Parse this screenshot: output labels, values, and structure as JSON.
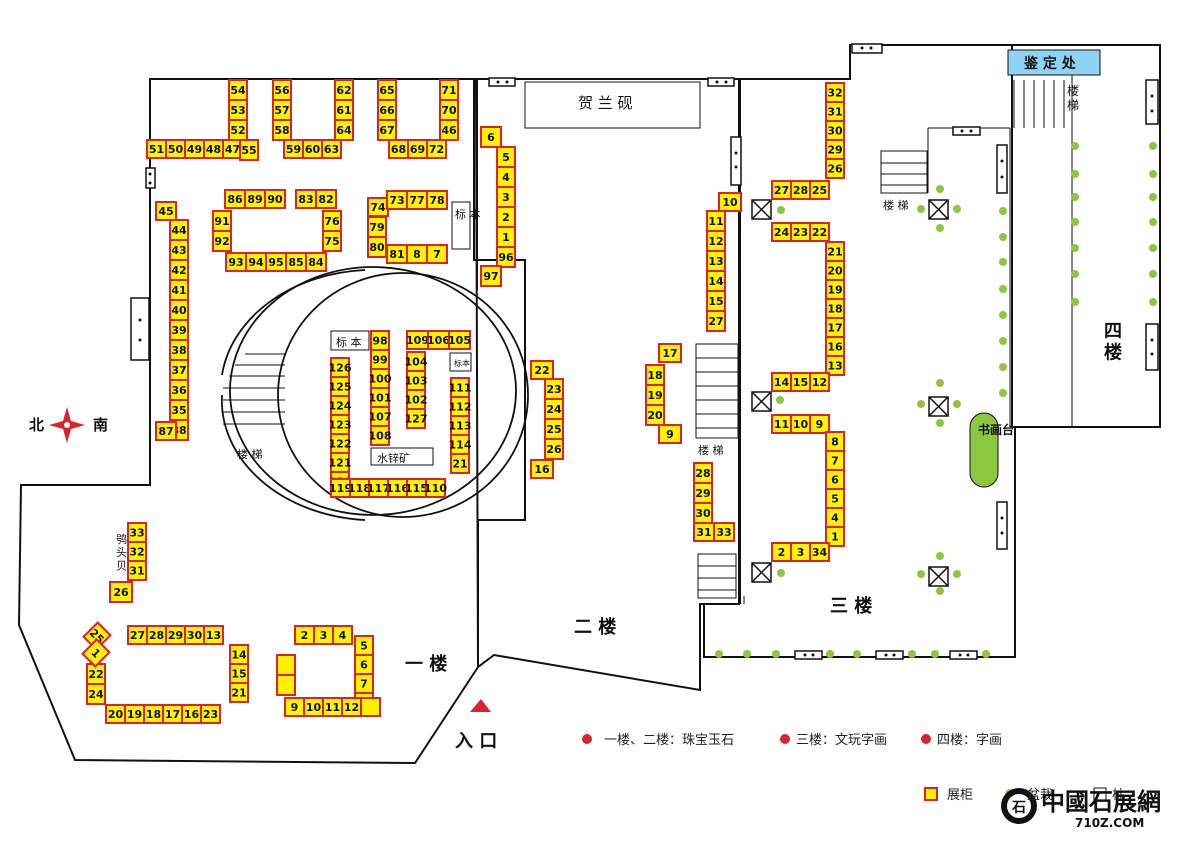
{
  "map": {
    "floors": {
      "first": "一 楼",
      "second": "二 楼",
      "third": "三 楼",
      "fourth": "四\n楼"
    },
    "labels": {
      "entrance": "入 口",
      "north_south": "北",
      "south": "南",
      "stairs": "楼 梯",
      "specimen": "标 本",
      "specimen_short": "标本",
      "water_zinc_ore": "水锌矿",
      "helan_inkstone": "贺 兰 砚",
      "appraisal_office": "鉴 定 处",
      "painting_stage": "书画台",
      "stairs_vertical": "楼\n梯",
      "pigeon_head_shell": "鸮\n头\n贝"
    },
    "legend": {
      "floors12": "一楼、二楼：珠宝玉石",
      "floor3": "三楼：文玩字画",
      "floor4": "四楼：字画",
      "stand": "展柜",
      "plant": "盆栽",
      "column": "柱"
    },
    "brand": {
      "name": "中國石展網",
      "url": "710Z.COM"
    },
    "colors": {
      "stand_fill": "#fff200",
      "stand_stroke": "#d9232d",
      "bullet_red": "#d9232d",
      "plant_green": "#8dc63f",
      "appraisal_blue": "#8fd3f4",
      "painting_green": "#8dc63f"
    },
    "stands": [
      "54",
      "53",
      "52",
      "51",
      "50",
      "49",
      "48",
      "47",
      "55",
      "56",
      "57",
      "58",
      "59",
      "60",
      "63",
      "62",
      "61",
      "64",
      "65",
      "66",
      "67",
      "68",
      "69",
      "72",
      "71",
      "70",
      "46",
      "45",
      "44",
      "43",
      "42",
      "41",
      "40",
      "39",
      "38",
      "37",
      "36",
      "35",
      "88",
      "87",
      "86",
      "89",
      "90",
      "91",
      "92",
      "93",
      "94",
      "95",
      "85",
      "84",
      "83",
      "82",
      "76",
      "75",
      "74",
      "73",
      "77",
      "78",
      "79",
      "80",
      "81",
      "8",
      "7",
      "6",
      "5",
      "4",
      "3",
      "2",
      "1",
      "96",
      "97",
      "98",
      "99",
      "100",
      "101",
      "107",
      "108",
      "109",
      "106",
      "105",
      "104",
      "103",
      "102",
      "127",
      "126",
      "125",
      "124",
      "123",
      "122",
      "121",
      "120",
      "119",
      "118",
      "117",
      "116",
      "115",
      "110",
      "111",
      "112",
      "113",
      "114",
      "21",
      "22",
      "23",
      "24",
      "25",
      "26",
      "16",
      "17",
      "18",
      "19",
      "20",
      "9",
      "10",
      "11",
      "12",
      "13",
      "14",
      "15",
      "27",
      "28",
      "29",
      "30",
      "31",
      "33",
      "32",
      "31",
      "30",
      "29",
      "26",
      "27",
      "28",
      "25",
      "24",
      "23",
      "22",
      "21",
      "20",
      "19",
      "18",
      "17",
      "16",
      "13",
      "14",
      "15",
      "12",
      "11",
      "10",
      "9",
      "8",
      "7",
      "6",
      "5",
      "4",
      "1",
      "2",
      "3",
      "34",
      "33",
      "32",
      "31",
      "26",
      "27",
      "28",
      "29",
      "30",
      "13",
      "14",
      "15",
      "21",
      "20",
      "19",
      "18",
      "17",
      "16",
      "23",
      "22",
      "24",
      "25",
      "1",
      "2",
      "3",
      "4",
      "5",
      "6",
      "7",
      "8",
      "9",
      "10",
      "11",
      "12"
    ]
  }
}
